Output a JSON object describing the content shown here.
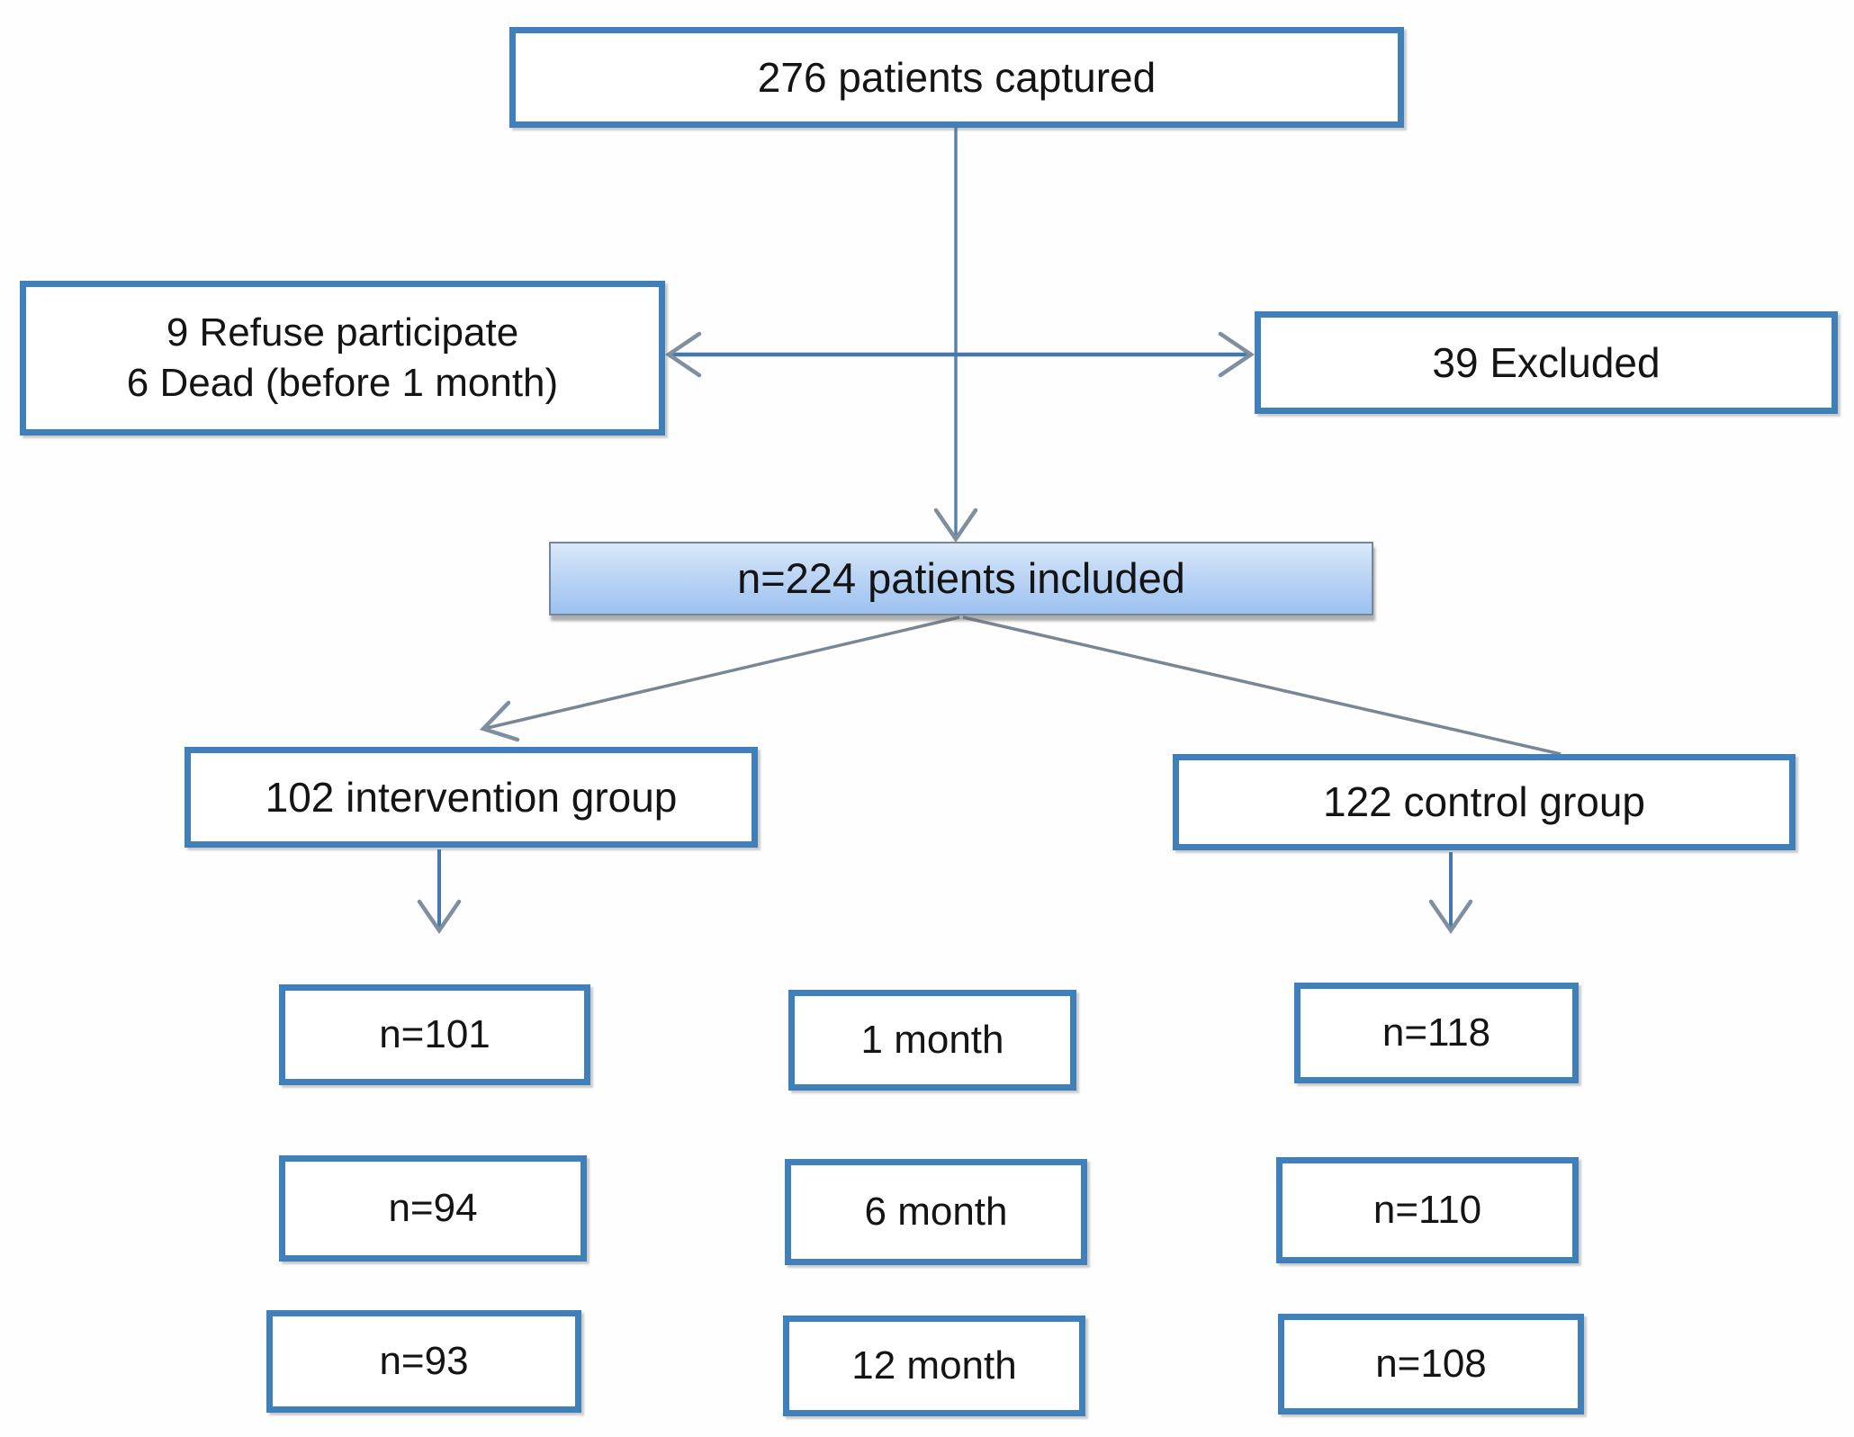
{
  "nodes": {
    "captured": "276 patients captured",
    "refuse_line1": "9 Refuse participate",
    "refuse_line2": "6 Dead (before 1 month)",
    "excluded": "39 Excluded",
    "included": "n=224 patients included",
    "intervention": "102 intervention group",
    "control": "122 control group"
  },
  "followup_rows": [
    {
      "intervention_n": "n=101",
      "timepoint": "1 month",
      "control_n": "n=118"
    },
    {
      "intervention_n": "n=94",
      "timepoint": "6 month",
      "control_n": "n=110"
    },
    {
      "intervention_n": "n=93",
      "timepoint": "12 month",
      "control_n": "n=108"
    }
  ],
  "colors": {
    "box_border": "#4080ba",
    "included_fill_top": "#dbe9fa",
    "included_fill_bottom": "#9cc2f0",
    "connector_blue": "#4579ad",
    "connector_gray": "#798695",
    "arrowhead_gray": "#7f8fa0",
    "text": "#141414"
  }
}
